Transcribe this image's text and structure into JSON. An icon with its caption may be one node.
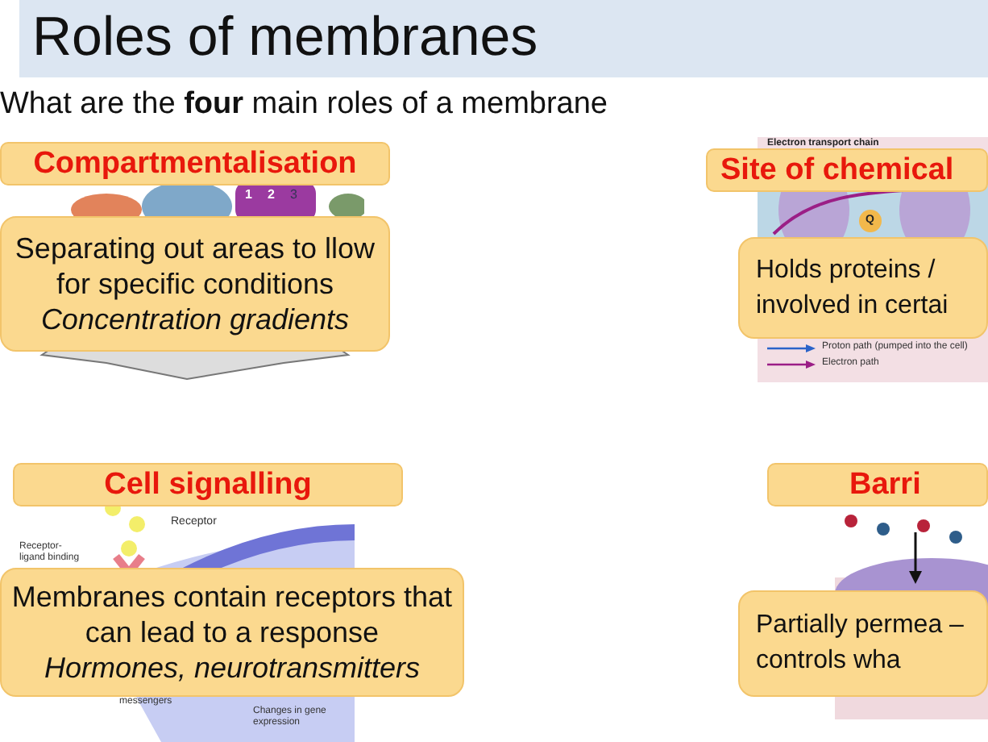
{
  "diagram": {
    "title": "Roles of membranes",
    "nodes": [
      {
        "text": [
          "Compartmentalisation"
        ]
      },
      {
        "text": [
          "Separating out areas to llow for specific conditions",
          "Concentration gradients"
        ]
      },
      {
        "text": [
          "Site of chemical"
        ]
      },
      {
        "text": [
          "Holds proteins / involved in certai"
        ]
      },
      {
        "text": [
          "Cell signalling"
        ]
      },
      {
        "text": [
          "Membranes contain receptors that can lead to a response",
          "Hormones, neurotransmitters"
        ]
      },
      {
        "text": [
          "Barri"
        ]
      },
      {
        "text": [
          "Partially permea – controls wha"
        ]
      }
    ],
    "labels": [
      "What are the **four** main roles of a membrane",
      "1",
      "2",
      "3",
      "Electron transport chain",
      "Q",
      "Receptor",
      "Receptor-ligand binding",
      "messengers",
      "Changes in gene expression"
    ],
    "legend": [
      {
        "text": "Proton path (pumped into the cell)"
      },
      {
        "text": "Electron path"
      }
    ]
  }
}
